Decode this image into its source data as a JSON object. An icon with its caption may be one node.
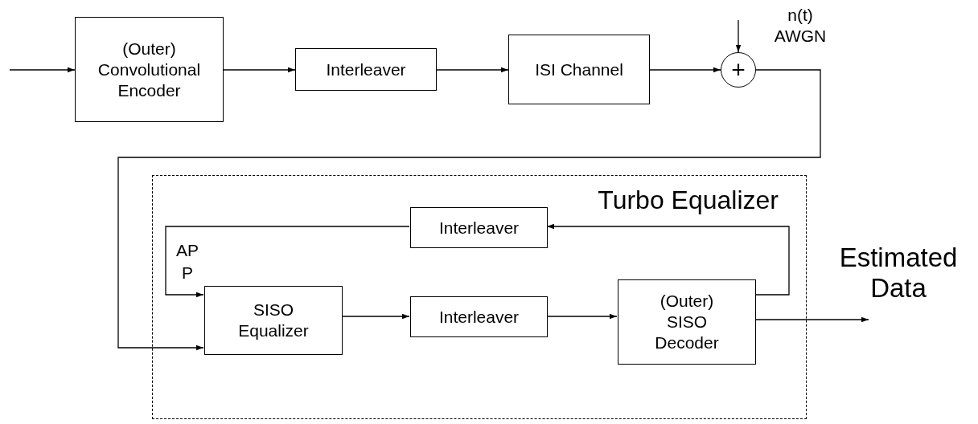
{
  "diagram": {
    "nodes": [
      {
        "text": [
          "(Outer) Convolutional Encoder"
        ]
      },
      {
        "text": [
          "Interleaver"
        ]
      },
      {
        "text": [
          "ISI Channel"
        ]
      },
      {
        "text": [
          "+"
        ],
        "beside": [
          "n(t) AWGN"
        ]
      },
      {
        "text": [
          "Turbo Equalizer"
        ]
      },
      {
        "text": [
          "Interleaver"
        ],
        "in": 4
      },
      {
        "text": [
          "SISO Equalizer"
        ],
        "in": 4
      },
      {
        "text": [
          "Interleaver"
        ],
        "in": 4
      },
      {
        "text": [
          "(Outer) SISO Decoder"
        ],
        "in": 4
      }
    ],
    "edges": [
      {
        "from": null,
        "to": 0,
        "arrow": "to"
      },
      {
        "from": 0,
        "to": 1,
        "arrow": "to"
      },
      {
        "from": 1,
        "to": 2,
        "arrow": "to"
      },
      {
        "from": 2,
        "to": 3,
        "arrow": "to"
      },
      {
        "from": null,
        "to": 3,
        "arrow": "to"
      },
      {
        "from": 3,
        "to": 6,
        "arrow": "to"
      },
      {
        "from": 8,
        "to": 5,
        "arrow": "to"
      },
      {
        "from": 5,
        "to": 6,
        "arrow": "to",
        "label": "AP P"
      },
      {
        "from": 6,
        "to": 7,
        "arrow": "to"
      },
      {
        "from": 7,
        "to": 8,
        "arrow": "to"
      },
      {
        "from": 8,
        "to": null,
        "arrow": "to"
      }
    ],
    "labels": [
      "Estimated Data"
    ]
  }
}
